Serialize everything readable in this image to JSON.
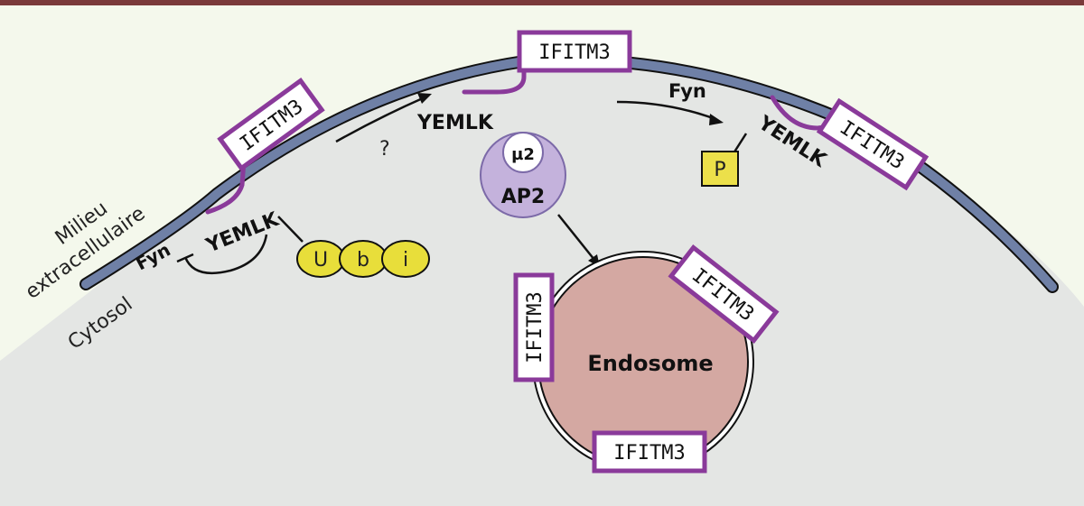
{
  "labels": {
    "outside": [
      "Milieu",
      "extracellulaire"
    ],
    "inside": "Cytosol",
    "ifitm3": "IFITM3",
    "motif": "YEMLK",
    "kinase": "Fyn",
    "question": "?",
    "ubiquitin": [
      "U",
      "b",
      "i"
    ],
    "mu2": "µ2",
    "ap2": "AP2",
    "phospho": "P",
    "endosome": "Endosome"
  },
  "colors": {
    "header_bar": "#7a3a3a",
    "background": "#f4f8ec",
    "cytosol": "#e4e6e4",
    "membrane": "#6f80a6",
    "ifitm3_border": "#8a3a9a",
    "ubiquitin": "#e8de3a",
    "ap2": "#c4b2dc",
    "endosome": "#d4a8a2",
    "phospho": "#ece04a"
  }
}
